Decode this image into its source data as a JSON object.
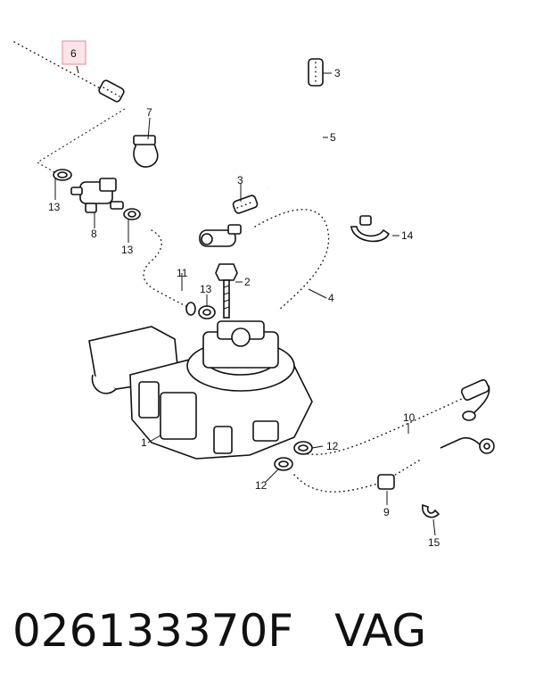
{
  "callouts": {
    "c1": "1",
    "c2": "2",
    "c3a": "3",
    "c3b": "3",
    "c4": "4",
    "c5": "5",
    "c6": "6",
    "c7": "7",
    "c8": "8",
    "c9": "9",
    "c10": "10",
    "c11": "11",
    "c12a": "12",
    "c12b": "12",
    "c13a": "13",
    "c13b": "13",
    "c13c": "13",
    "c14": "14",
    "c15": "15"
  },
  "highlight_color": "#e89aa6",
  "caption": {
    "part_number": "026133370F",
    "brand": "VAG"
  }
}
